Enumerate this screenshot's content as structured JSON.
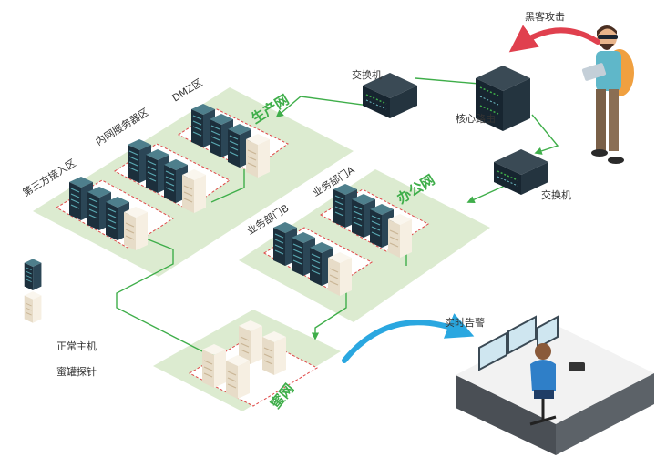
{
  "labels": {
    "hacker_attack": "黑客攻击",
    "core_router": "核心路由",
    "switch_top": "交换机",
    "switch_right": "交换机",
    "dmz": "DMZ区",
    "intranet_server": "内网服务器区",
    "third_party": "第三方接入区",
    "production_net": "生产网",
    "office_net": "办公网",
    "dept_a": "业务部门A",
    "dept_b": "业务部门B",
    "honeynet": "蜜网",
    "realtime_alert": "实时告警"
  },
  "legend": {
    "normal_host": "正常主机",
    "honeypot_probe": "蜜罐探针"
  },
  "colors": {
    "zone_green": "#dcebd0",
    "link_green": "#3fae4a",
    "zone_title_green": "#3fae4a",
    "dashed_red": "#e04848",
    "server_dark": "#243a48",
    "server_teal": "#3a7c84",
    "honeypot_light": "#efe6d6",
    "attack_red": "#e0404e",
    "alert_blue": "#2aa7e0"
  }
}
